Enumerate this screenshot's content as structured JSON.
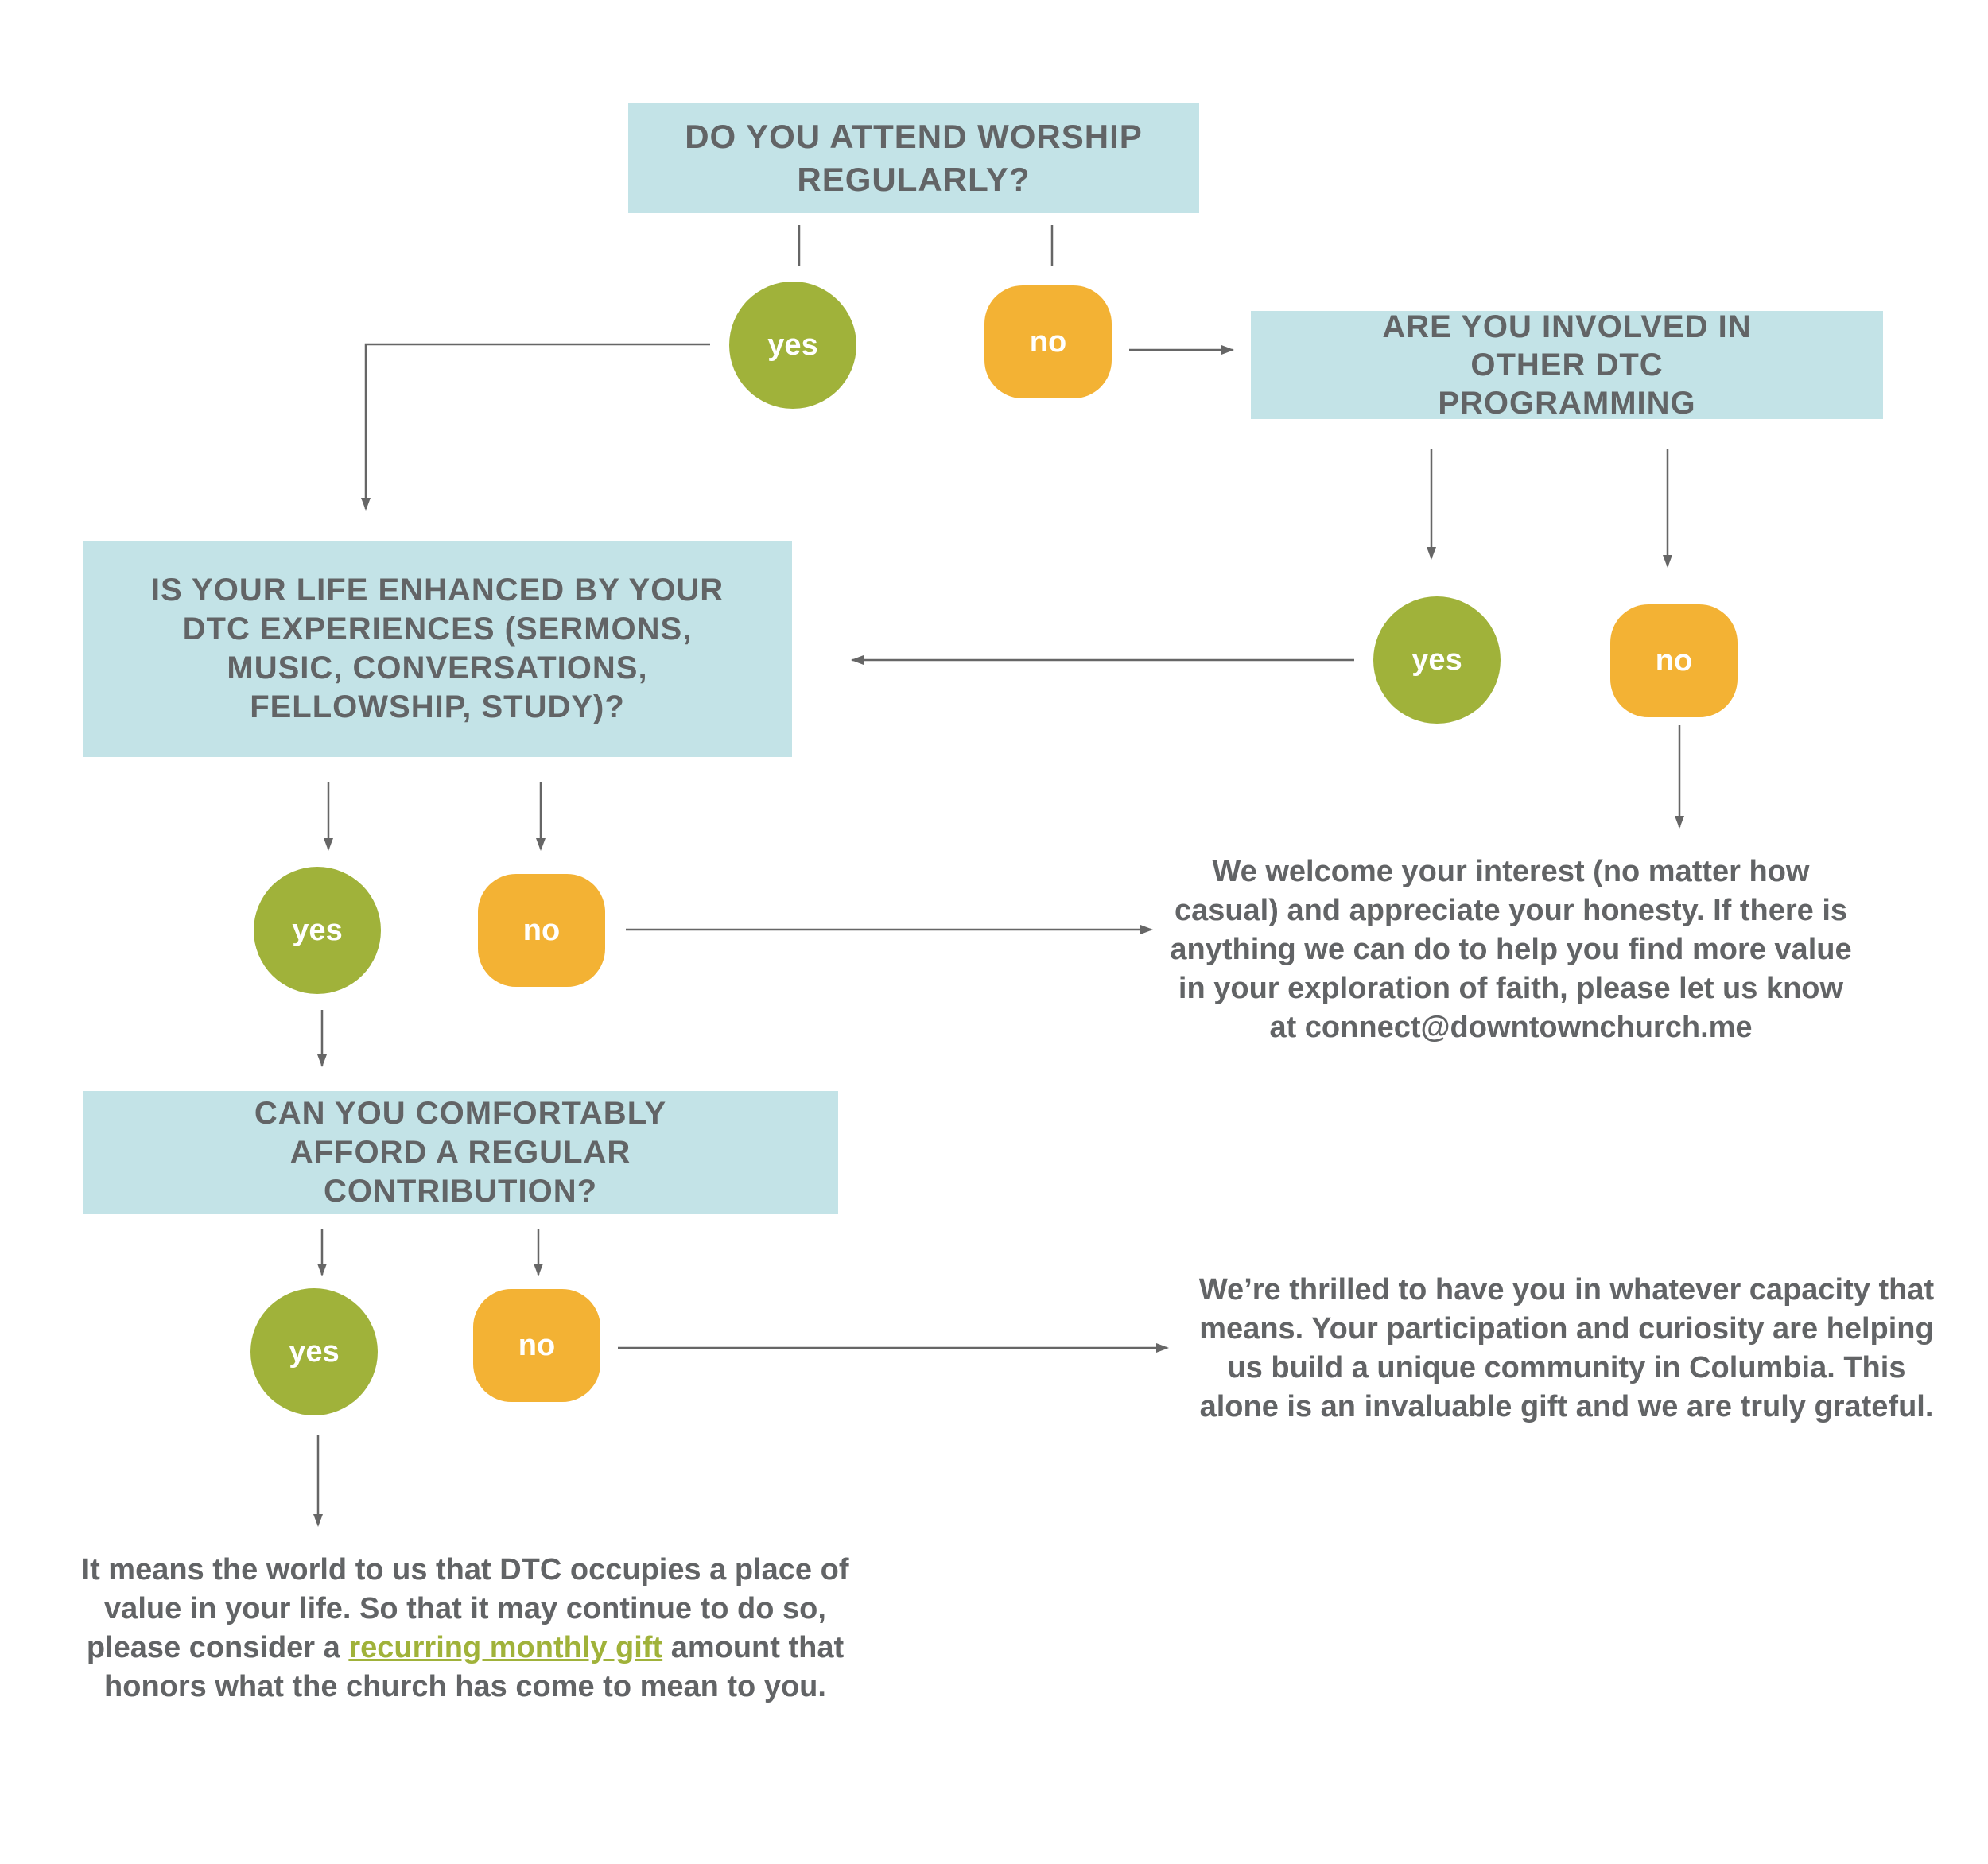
{
  "questions": {
    "q1": "DO YOU ATTEND WORSHIP REGULARLY?",
    "q2": "ARE YOU INVOLVED IN OTHER DTC PROGRAMMING",
    "q3": "IS YOUR LIFE ENHANCED BY YOUR DTC EXPERIENCES (SERMONS, MUSIC, CONVERSATIONS, FELLOWSHIP, STUDY)?",
    "q4": "CAN YOU COMFORTABLY AFFORD A REGULAR CONTRIBUTION?"
  },
  "answers": {
    "yes": "yes",
    "no": "no"
  },
  "messages": {
    "interest": "We welcome your interest (no matter how casual) and appreciate your honesty. If there is anything we can do to help you find more value in your exploration of faith, please let us know at connect@downtownchurch.me",
    "thrilled": "We’re thrilled to have you in whatever capacity that means. Your participation and curiosity are helping us build a unique community in Columbia. This alone is an invaluable gift and we are truly grateful.",
    "gift_before": "It means the world to us that DTC occupies a place of value in your life. So that it may continue to do so, please consider a",
    "gift_link": "recurring monthly gift",
    "gift_after": "amount that honors what the church has come to mean to you."
  },
  "colors": {
    "question_box": "#c3e3e7",
    "yes": "#a0b23a",
    "no": "#f3b234",
    "text": "#626466",
    "arrow": "#666666"
  }
}
